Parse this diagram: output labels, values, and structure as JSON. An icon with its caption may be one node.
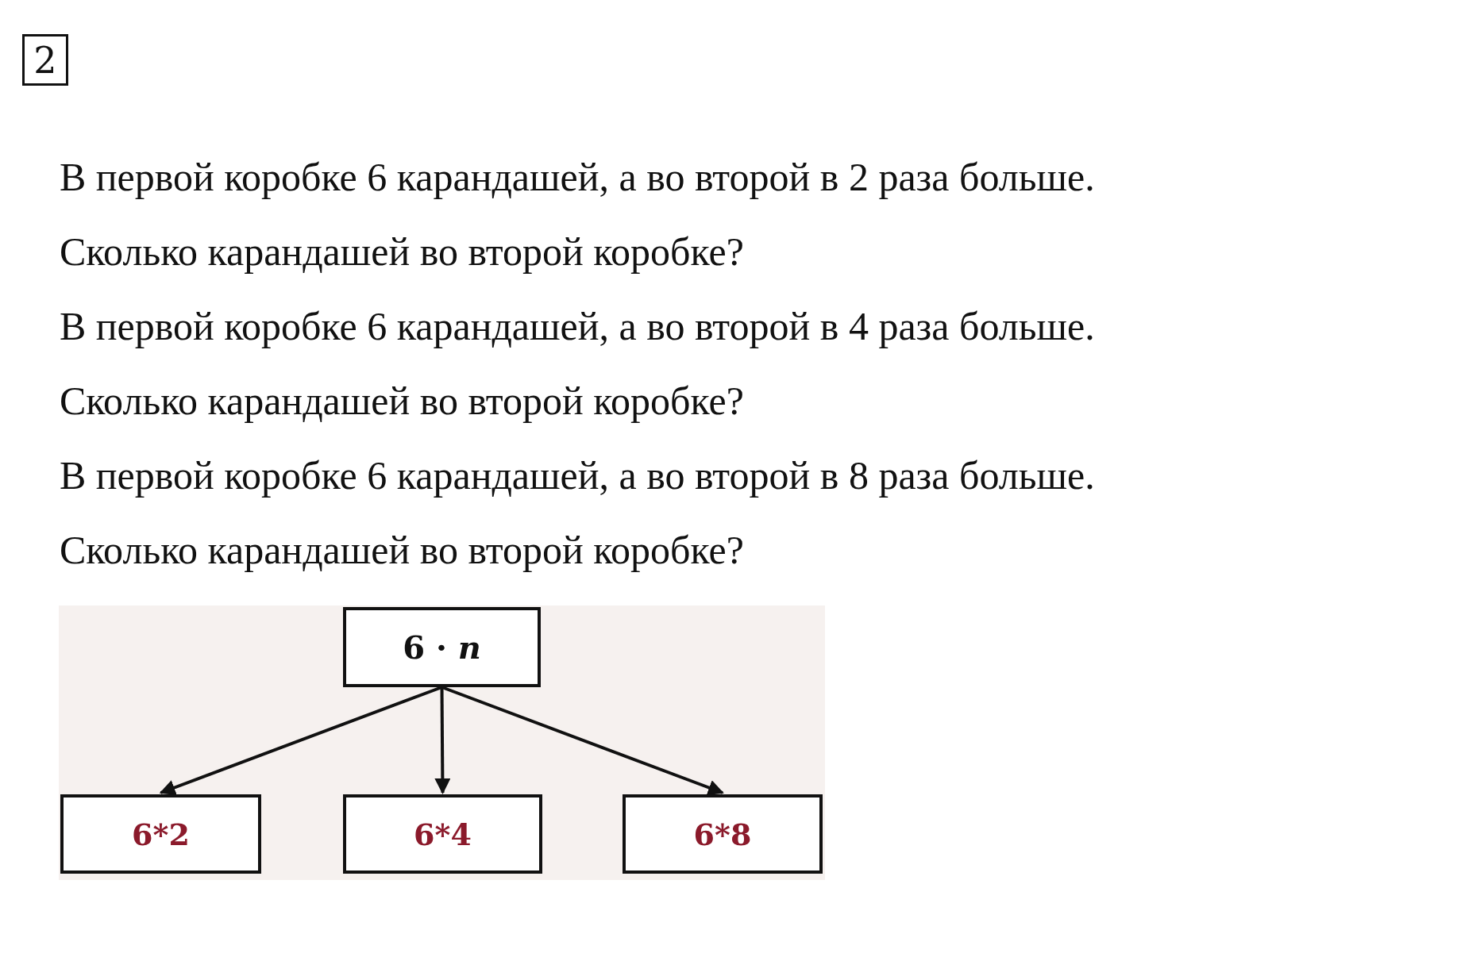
{
  "diagram": {
    "nodes": [
      {
        "text": [
          "2"
        ]
      },
      {
        "text": [
          "6 · *n*"
        ]
      },
      {
        "text": [
          "6*2"
        ]
      },
      {
        "text": [
          "6*4"
        ]
      },
      {
        "text": [
          "6*8"
        ]
      }
    ],
    "edges": [
      {
        "from": 1,
        "to": 2,
        "arrow": "to"
      },
      {
        "from": 1,
        "to": 3,
        "arrow": "to"
      },
      {
        "from": 1,
        "to": 4,
        "arrow": "to"
      }
    ],
    "labels": [
      "В первой коробке 6 карандашей, а во второй в 2 раза больше.",
      "Сколько карандашей во второй коробке?",
      "В первой коробке 6 карандашей, а во второй в 4 раза больше.",
      "Сколько карандашей во второй коробке?",
      "В первой коробке 6 карандашей, а во второй в 8 раза больше.",
      "Сколько карандашей во второй коробке?"
    ]
  }
}
